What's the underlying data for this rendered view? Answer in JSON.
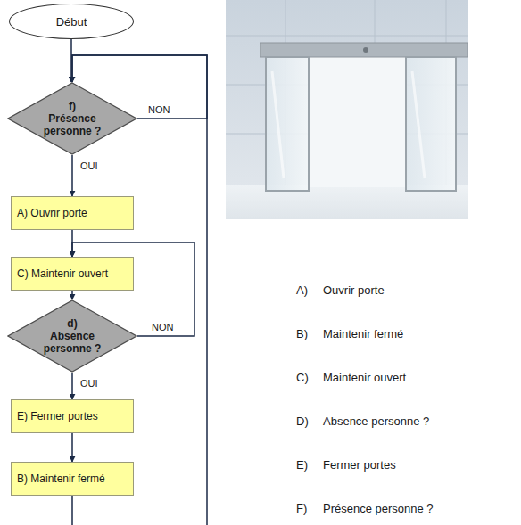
{
  "diagram": {
    "nodes": [
      {
        "text": [
          "Début"
        ]
      },
      {
        "text": [
          "f)",
          "Présence personne ?"
        ]
      },
      {
        "text": [
          "A) Ouvrir porte"
        ]
      },
      {
        "text": [
          "C) Maintenir ouvert"
        ]
      },
      {
        "text": [
          "d)",
          "Absence personne ?"
        ]
      },
      {
        "text": [
          "E) Fermer portes"
        ]
      },
      {
        "text": [
          "B) Maintenir fermé"
        ]
      }
    ],
    "edges": [
      {
        "from": 0,
        "to": 1,
        "arrow": "to"
      },
      {
        "from": 1,
        "to": 2,
        "label": "OUI",
        "arrow": "to"
      },
      {
        "from": 1,
        "to": 1,
        "label": "NON",
        "arrow": "to"
      },
      {
        "from": 2,
        "to": 3,
        "arrow": "to"
      },
      {
        "from": 3,
        "to": 4,
        "arrow": "to"
      },
      {
        "from": 4,
        "to": 3,
        "label": "NON",
        "arrow": "to"
      },
      {
        "from": 4,
        "to": 5,
        "label": "OUI",
        "arrow": "to"
      },
      {
        "from": 5,
        "to": 6,
        "arrow": "to"
      },
      {
        "from": 6,
        "to": 1,
        "arrow": "to"
      }
    ],
    "labels": [
      "A)",
      "Ouvrir porte",
      "B)",
      "Maintenir fermé",
      "C)",
      "Maintenir ouvert",
      "D)",
      "Absence personne ?",
      "E)",
      "Fermer portes",
      "F)",
      "Présence personne ?"
    ]
  }
}
